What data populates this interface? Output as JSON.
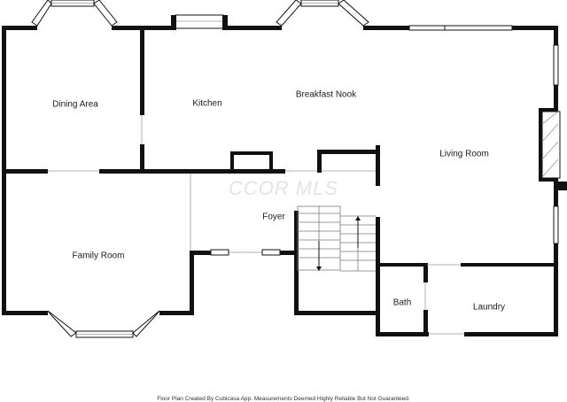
{
  "rooms": {
    "dining_area": "Dining Area",
    "kitchen": "Kitchen",
    "breakfast_nook": "Breakfast Nook",
    "living_room": "Living Room",
    "family_room": "Family Room",
    "foyer": "Foyer",
    "bath": "Bath",
    "laundry": "Laundry"
  },
  "watermark": "CCOR MLS",
  "footer": "Floor Plan Created By Cubicasa App. Measurements Deemed Highly Reliable But Not Guaranteed.",
  "colors": {
    "wall": "#111111",
    "background": "#ffffff",
    "watermark": "#e4e4e4"
  }
}
